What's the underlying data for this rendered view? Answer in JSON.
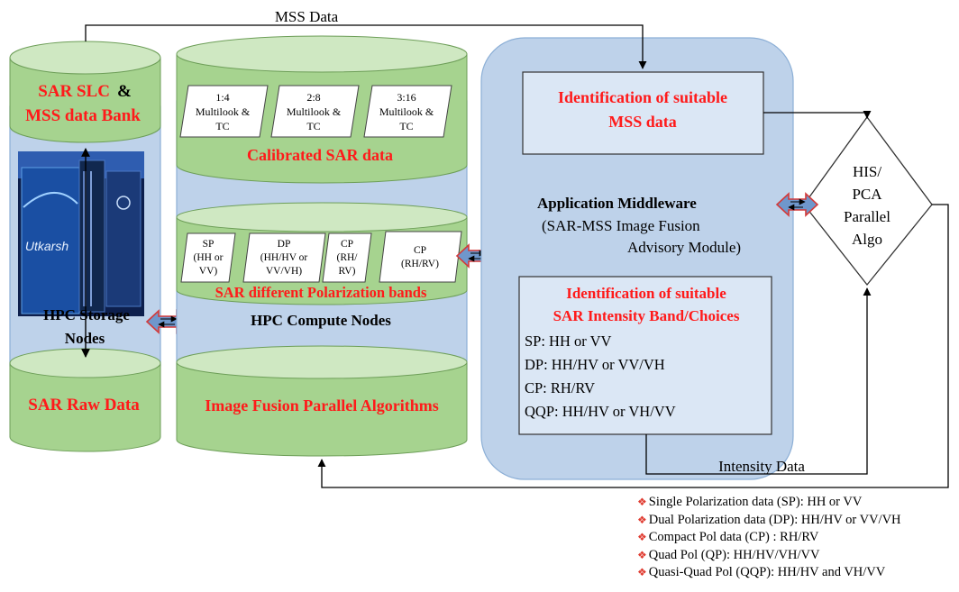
{
  "colors": {
    "panel_blue": "#bed2ea",
    "panel_stroke": "#8cafd6",
    "cylinder_green": "#a6d38f",
    "cylinder_top": "#cfe8c2",
    "highlight_red": "#ff1a1a",
    "arrow_blue": "#6f97cc",
    "arrow_red": "#d33a3a"
  },
  "flow": {
    "mss_data": "MSS Data",
    "intensity_data": "Intensity Data"
  },
  "storage": {
    "bank_line1": "SAR SLC",
    "bank_amp": "&",
    "bank_line2": "MSS data Bank",
    "label_line1": "HPC Storage",
    "label_line2": "Nodes",
    "raw": "SAR Raw Data",
    "server_logo": "Utkarsh"
  },
  "compute": {
    "multilook": [
      {
        "l1": "1:4",
        "l2": "Multilook &",
        "l3": "TC"
      },
      {
        "l1": "2:8",
        "l2": "Multilook &",
        "l3": "TC"
      },
      {
        "l1": "3:16",
        "l2": "Multilook &",
        "l3": "TC"
      }
    ],
    "calibrated": "Calibrated SAR data",
    "pol_boxes": [
      {
        "lines": [
          "SP",
          "(HH or",
          "VV)"
        ]
      },
      {
        "lines": [
          "DP",
          "(HH/HV or",
          "VV/VH)"
        ]
      },
      {
        "lines": [
          "CP",
          "(RH/",
          "RV)"
        ]
      },
      {
        "lines": [
          "CP",
          "(RH/RV)"
        ]
      }
    ],
    "pol_title": "SAR different Polarization bands",
    "label": "HPC Compute Nodes",
    "fusion": "Image Fusion Parallel Algorithms"
  },
  "middleware": {
    "mss_id_line1": "Identification of suitable",
    "mss_id_line2": "MSS data",
    "app_line1": "Application Middleware",
    "app_line2": "(SAR-MSS Image Fusion",
    "app_line3": "Advisory Module)",
    "sar_id_line1": "Identification of suitable",
    "sar_id_line2": "SAR Intensity Band/Choices",
    "choices": [
      "SP: HH or VV",
      "DP: HH/HV or VV/VH",
      "CP: RH/RV",
      "QQP: HH/HV or VH/VV"
    ]
  },
  "algo": {
    "lines": [
      "HIS/",
      "PCA",
      "Parallel",
      "Algo"
    ]
  },
  "legend": [
    "Single Polarization data (SP): HH or VV",
    "Dual Polarization data (DP): HH/HV or VV/VH",
    "Compact Pol data (CP) : RH/RV",
    "Quad Pol (QP): HH/HV/VH/VV",
    "Quasi-Quad Pol (QQP): HH/HV and VH/VV"
  ],
  "legend_bullet": "❖"
}
